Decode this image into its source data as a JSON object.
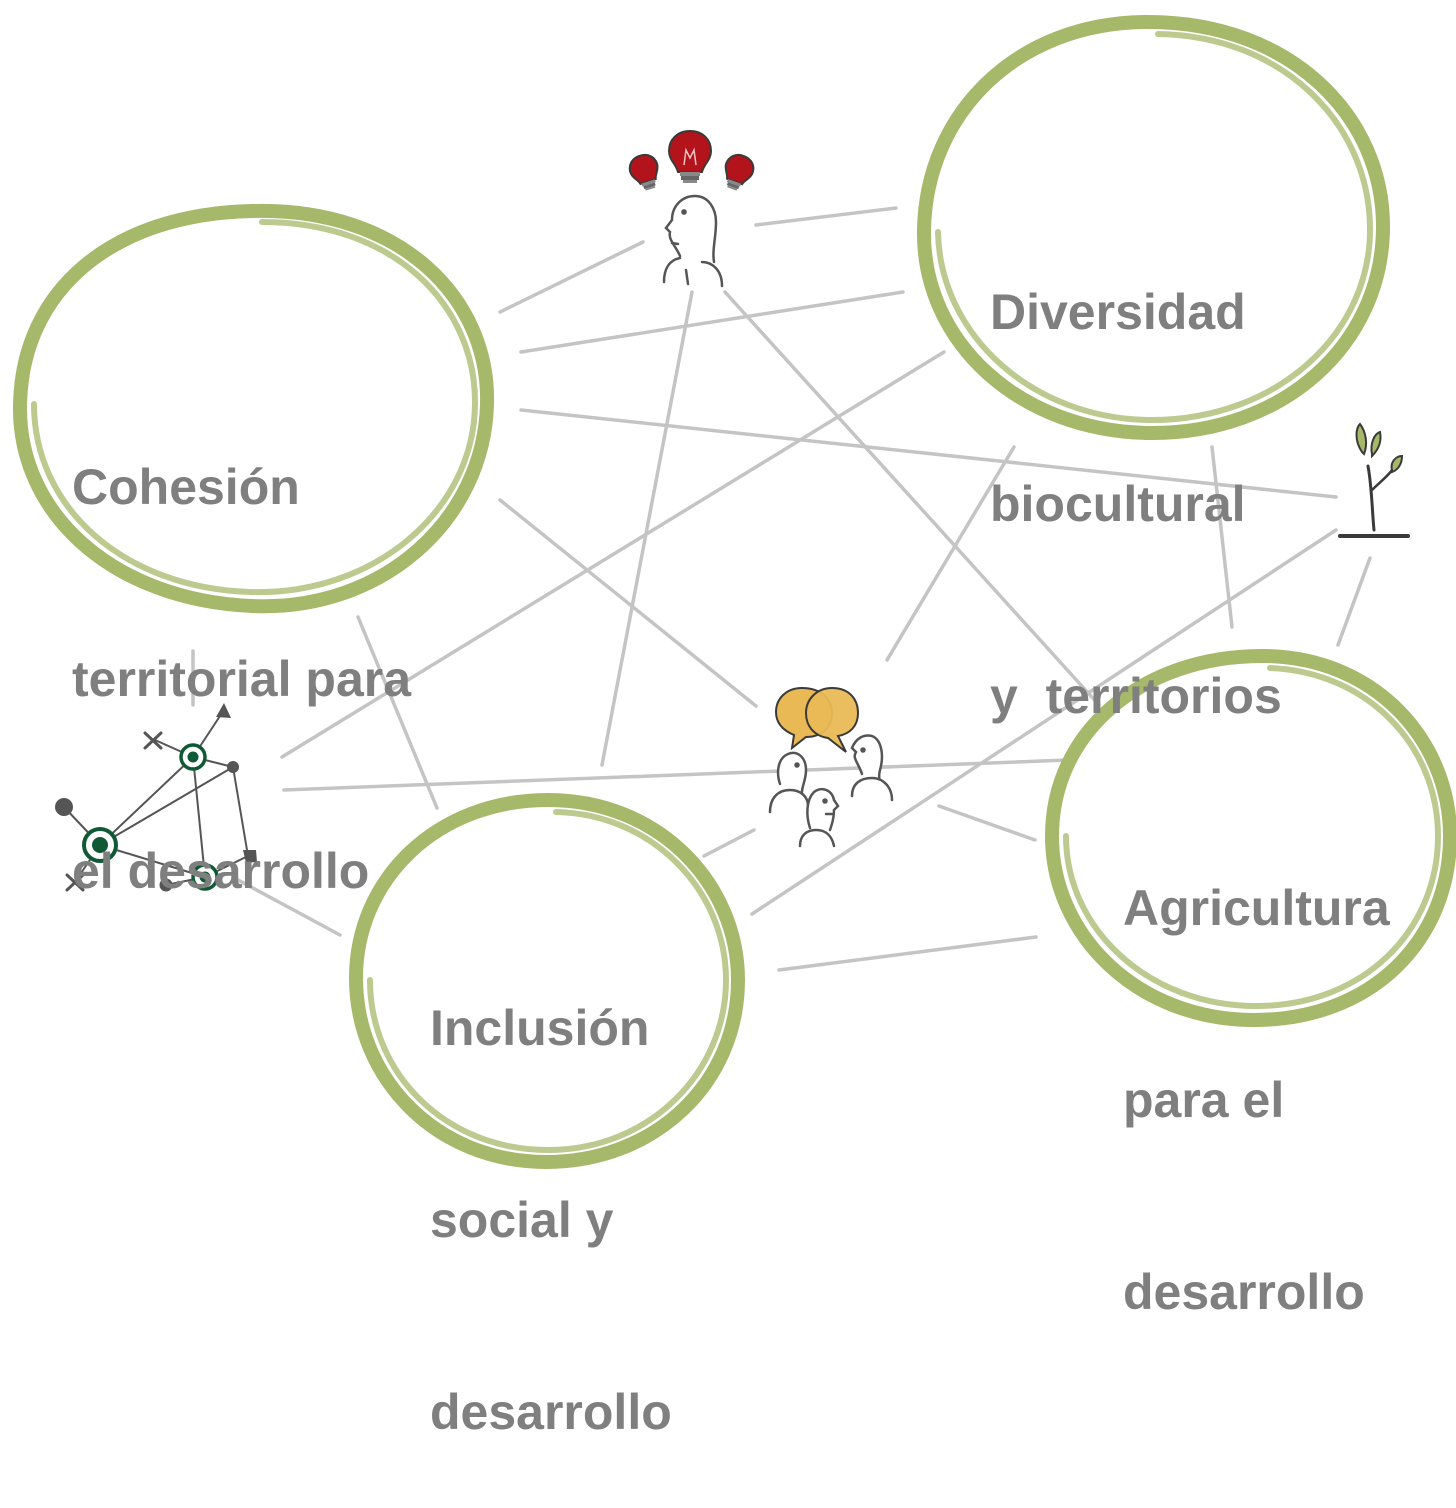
{
  "colors": {
    "circle_stroke": "#a6b86a",
    "connector": "#c4c4c4",
    "label_text": "#7f7f7f",
    "bulb": "#b3141b",
    "speech_bubble": "#e9b955",
    "network_node": "#0f5a35",
    "sketch": "#555555"
  },
  "nodes": {
    "cohesion": {
      "line1": "Cohesión",
      "line2": "territorial para",
      "line3": "el desarrollo"
    },
    "diversidad": {
      "line1": "Diversidad",
      "line2": "biocultural",
      "line3": "y  territorios"
    },
    "inclusion": {
      "line1": "Inclusión",
      "line2": "social y",
      "line3": "desarrollo"
    },
    "agricultura": {
      "line1": "Agricultura",
      "line2": "para el",
      "line3": "desarrollo"
    }
  },
  "icons": {
    "ideas": "person-with-lightbulbs-icon",
    "plant": "sprout-icon",
    "dialogue": "people-talking-icon",
    "network": "network-graph-icon"
  }
}
